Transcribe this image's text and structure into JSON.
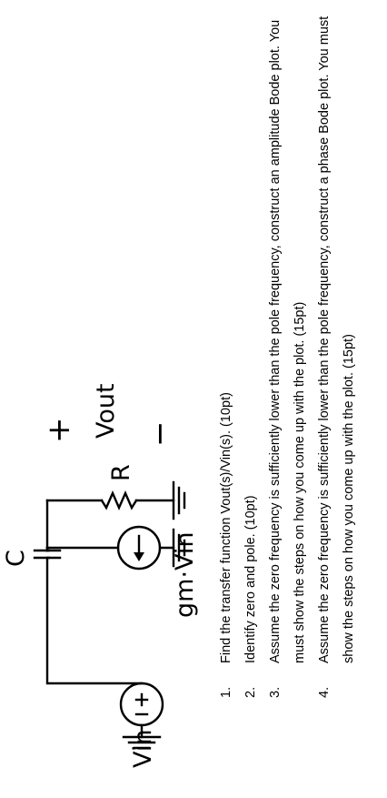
{
  "circuit": {
    "labels": {
      "vin": "Vin",
      "c": "C",
      "gm": "gm·Vin",
      "r": "R",
      "plus": "+",
      "vout": "Vout",
      "minus": "−"
    },
    "components": [
      "voltage-source-vin",
      "capacitor-c",
      "vccs-gm",
      "resistor-r",
      "ground"
    ]
  },
  "questions": [
    {
      "num": "1.",
      "text": "Find the transfer function Vout(s)/Vin(s). (10pt)"
    },
    {
      "num": "2.",
      "text": "Identify zero and pole. (10pt)"
    },
    {
      "num": "3.",
      "text": "Assume the zero frequency is sufficiently lower than the pole frequency, construct an amplitude Bode plot. You must show the steps on how you come up with the plot. (15pt)"
    },
    {
      "num": "4.",
      "text": "Assume the zero frequency is sufficiently lower than the pole frequency, construct a phase Bode plot. You must show the steps on how you come up with the plot. (15pt)"
    }
  ]
}
